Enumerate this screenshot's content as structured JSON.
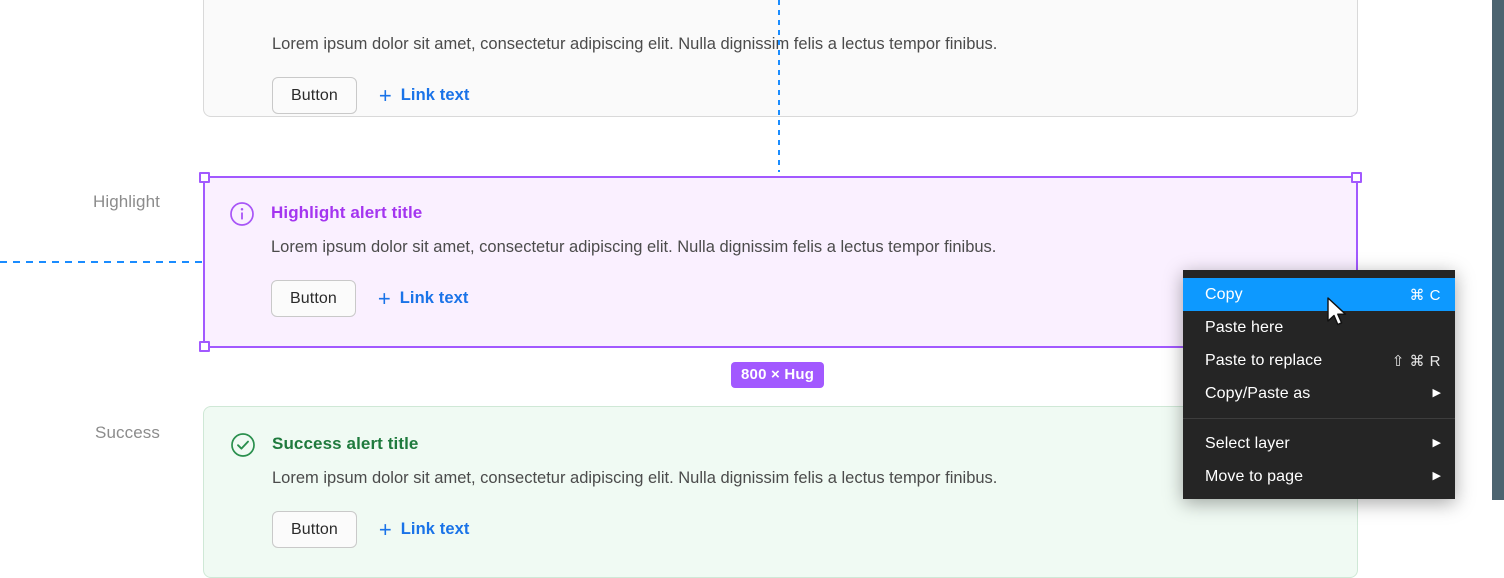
{
  "rows": {
    "highlight_label": "Highlight",
    "success_label": "Success"
  },
  "alerts": [
    {
      "variant": "neutral",
      "icon": "info-circle-icon",
      "title": "",
      "body": "Lorem ipsum dolor sit amet, consectetur adipiscing elit. Nulla dignissim felis a lectus tempor finibus.",
      "button_label": "Button",
      "link_label": "Link text",
      "plus_icon": "plus-icon"
    },
    {
      "variant": "highlight",
      "icon": "info-circle-icon",
      "title": "Highlight alert title",
      "body": "Lorem ipsum dolor sit amet, consectetur adipiscing elit. Nulla dignissim felis a lectus tempor finibus.",
      "button_label": "Button",
      "link_label": "Link text",
      "plus_icon": "plus-icon",
      "accent_color": "#a435f0",
      "background_color": "#faf0ff"
    },
    {
      "variant": "success",
      "icon": "check-circle-icon",
      "title": "Success alert title",
      "body": "Lorem ipsum dolor sit amet, consectetur adipiscing elit. Nulla dignissim felis a lectus tempor finibus.",
      "button_label": "Button",
      "link_label": "Link text",
      "plus_icon": "plus-icon",
      "accent_color": "#1f7a3d",
      "background_color": "#f0faf3"
    }
  ],
  "selection": {
    "size_badge": "800 × Hug",
    "frame_color": "#a259ff",
    "guide_color": "#1a8cff"
  },
  "context_menu": {
    "items": [
      {
        "label": "Copy",
        "shortcut": "⌘ C",
        "submenu": false,
        "selected": true,
        "separator_after": false
      },
      {
        "label": "Paste here",
        "shortcut": "",
        "submenu": false,
        "selected": false,
        "separator_after": false
      },
      {
        "label": "Paste to replace",
        "shortcut": "⇧ ⌘ R",
        "submenu": false,
        "selected": false,
        "separator_after": false
      },
      {
        "label": "Copy/Paste as",
        "shortcut": "",
        "submenu": true,
        "selected": false,
        "separator_after": true
      },
      {
        "label": "Select layer",
        "shortcut": "",
        "submenu": true,
        "selected": false,
        "separator_after": false
      },
      {
        "label": "Move to page",
        "shortcut": "",
        "submenu": true,
        "selected": false,
        "separator_after": false
      }
    ],
    "highlight_color": "#0d99ff",
    "background_color": "#252525"
  }
}
